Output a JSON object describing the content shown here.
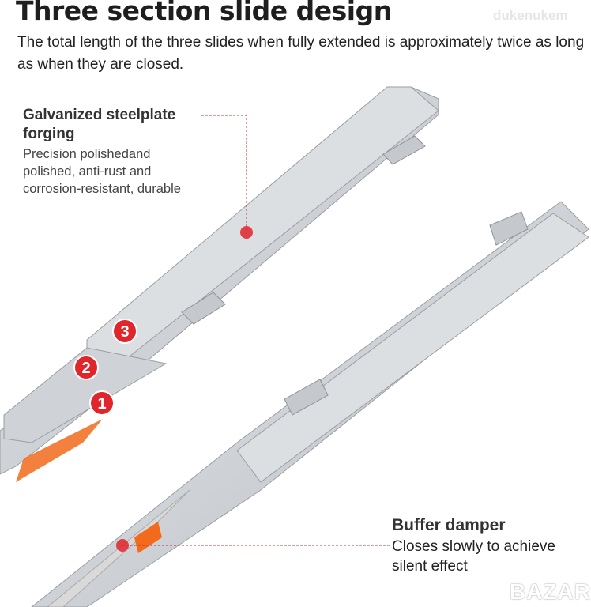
{
  "header": {
    "title": "Three section slide design",
    "subtitle": "The total length of the three slides when fully extended is approximately twice as long as when they are closed."
  },
  "callouts": {
    "steel": {
      "heading": "Galvanized steelplate forging",
      "body": "Precision polishedand polished, anti-rust and corrosion-resistant, durable"
    },
    "damper": {
      "heading": "Buffer damper",
      "body": "Closes slowly to achieve silent effect"
    }
  },
  "section_markers": [
    "1",
    "2",
    "3"
  ],
  "watermarks": [
    "dukenukem",
    "BAZAR"
  ],
  "colors": {
    "accent": "#e0262b",
    "metal": "#c9ccd0",
    "damper": "#f26a1b"
  }
}
